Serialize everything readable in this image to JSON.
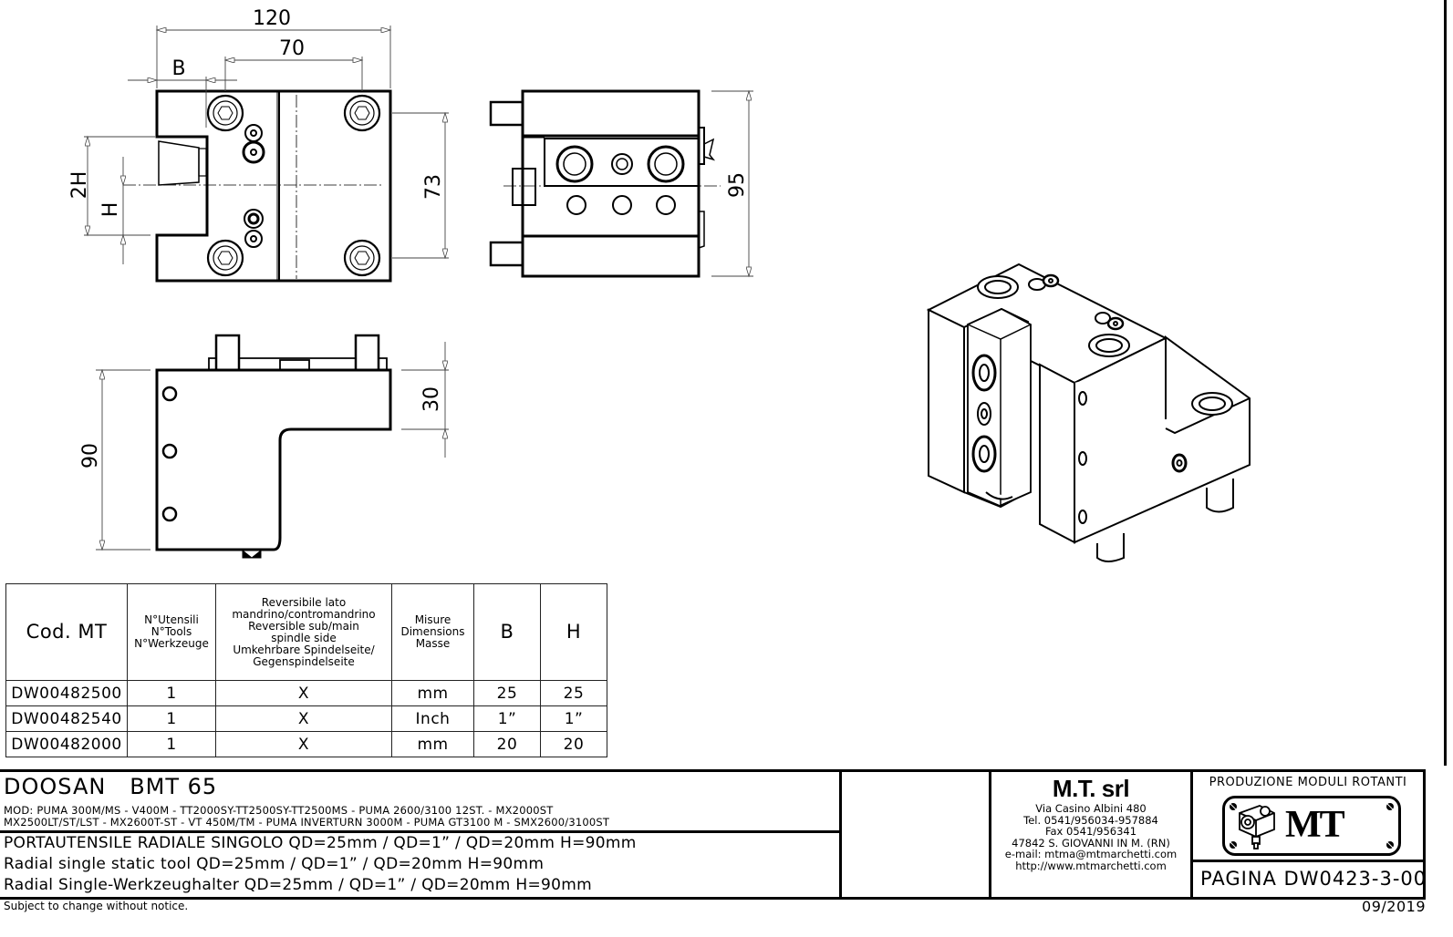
{
  "dimensions": {
    "front_view": {
      "overall_width": "120",
      "bolt_spacing": "70",
      "offset_b": "B",
      "height_2h": "2H",
      "height_h": "H",
      "bolt_vertical": "73"
    },
    "top_view": {
      "overall_height": "95"
    },
    "side_view": {
      "overall_height": "90",
      "step_height": "30"
    }
  },
  "spec_table": {
    "headers": [
      {
        "lines": [
          "Cod. MT"
        ]
      },
      {
        "lines": [
          "N°Utensili",
          "N°Tools",
          "N°Werkzeuge"
        ]
      },
      {
        "lines": [
          "Reversibile lato",
          "mandrino/contromandrino",
          "Reversible sub/main",
          "spindle side",
          "Umkehrbare Spindelseite/",
          "Gegenspindelseite"
        ]
      },
      {
        "lines": [
          "Misure",
          "Dimensions",
          "Masse"
        ]
      },
      {
        "lines": [
          "B"
        ]
      },
      {
        "lines": [
          "H"
        ]
      }
    ],
    "rows": [
      [
        "DW00482500",
        "1",
        "X",
        "mm",
        "25",
        "25"
      ],
      [
        "DW00482540",
        "1",
        "X",
        "Inch",
        "1”",
        "1”"
      ],
      [
        "DW00482000",
        "1",
        "X",
        "mm",
        "20",
        "20"
      ]
    ]
  },
  "title_block": {
    "machine": "DOOSAN   BMT 65",
    "models_line1": "MOD: PUMA 300M/MS - V400M - TT2000SY-TT2500SY-TT2500MS - PUMA 2600/3100 12ST. - MX2000ST",
    "models_line2": "MX2500LT/ST/LST - MX2600T-ST - VT 450M/TM - PUMA INVERTURN 3000M - PUMA GT3100 M - SMX2600/3100ST",
    "desc_it": "PORTAUTENSILE RADIALE SINGOLO QD=25mm / QD=1” / QD=20mm H=90mm",
    "desc_en": "Radial single static tool QD=25mm / QD=1” / QD=20mm H=90mm",
    "desc_de": "Radial Single-Werkzeughalter QD=25mm / QD=1” / QD=20mm H=90mm"
  },
  "company": {
    "name": "M.T. srl",
    "address": "Via Casino Albini 480",
    "tel": "Tel. 0541/956034-957884",
    "fax": "Fax 0541/956341",
    "city": "47842 S. GIOVANNI IN M. (RN)",
    "email": "e-mail: mtma@mtmarchetti.com",
    "web": "http://www.mtmarchetti.com"
  },
  "logo": {
    "caption": "PRODUZIONE MODULI ROTANTI",
    "mark": "MT",
    "icon": "rotating-tool-module-icon"
  },
  "page": {
    "label": "PAGINA DW0423-3-00"
  },
  "footer": {
    "notice": "Subject to change without notice.",
    "date": "09/2019"
  }
}
